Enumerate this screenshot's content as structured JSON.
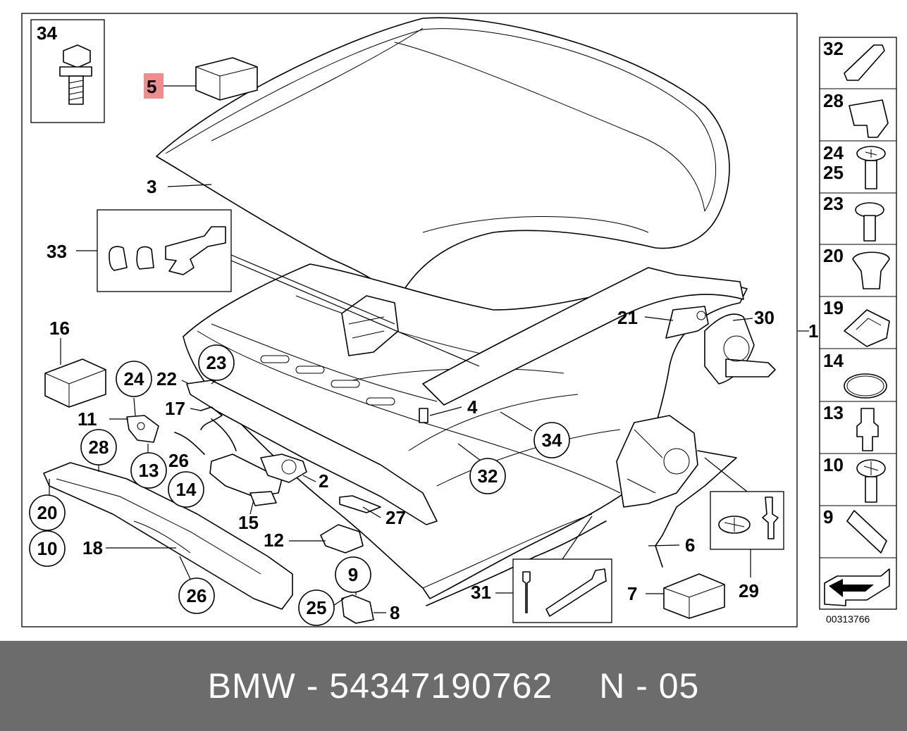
{
  "diagram": {
    "callouts": {
      "p1": "1",
      "p2": "2",
      "p3": "3",
      "p4": "4",
      "p5": "5",
      "p6": "6",
      "p7": "7",
      "p8": "8",
      "p9": "9",
      "p10": "10",
      "p11": "11",
      "p12": "12",
      "p13": "13",
      "p14": "14",
      "p15": "15",
      "p16": "16",
      "p17": "17",
      "p18": "18",
      "p20": "20",
      "p21": "21",
      "p22": "22",
      "p23": "23",
      "p24": "24",
      "p25": "25",
      "p26a": "26",
      "p26b": "26",
      "p27": "27",
      "p28": "28",
      "p29": "29",
      "p30": "30",
      "p31": "31",
      "p32": "32",
      "p33": "33",
      "p34a": "34",
      "p34b": "34"
    },
    "sidebar": [
      {
        "label": "32"
      },
      {
        "label": "28"
      },
      {
        "label": "24\n25"
      },
      {
        "label": "23"
      },
      {
        "label": "20"
      },
      {
        "label": "19"
      },
      {
        "label": "14"
      },
      {
        "label": "13"
      },
      {
        "label": "10"
      },
      {
        "label": "9"
      }
    ],
    "drawing_number": "00313766",
    "highlight_color": "#f08c8c"
  },
  "footer": {
    "brand": "BMW",
    "separator": "-",
    "part_number": "54347190762",
    "suffix": "N - 05"
  }
}
